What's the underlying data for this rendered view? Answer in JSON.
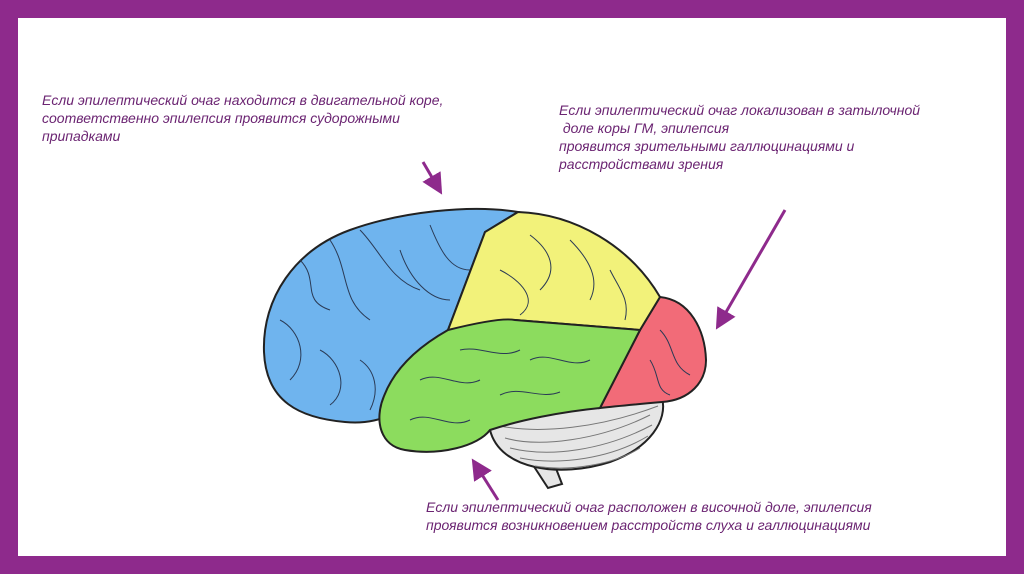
{
  "colors": {
    "frame": "#8e2a8c",
    "caption_text": "#6b2472",
    "frontal_lobe": "#6fb4ee",
    "parietal_lobe": "#f2f27a",
    "temporal_lobe": "#8cdc5e",
    "occipital_lobe": "#f26b78",
    "cerebellum": "#e6e6e6"
  },
  "captions": {
    "motor": {
      "line1": "Если эпилептический очаг находится в двигательной коре,",
      "line2": "соответственно эпилепсия проявится судорожными",
      "line3": "припадками"
    },
    "occipital": {
      "line1": "Если эпилептический  очаг локализован в затылочной",
      "line2": " доле коры ГМ, эпилепсия",
      "line3": "проявится зрительными галлюцинациями и",
      "line4": "расстройствами зрения"
    },
    "temporal": {
      "line1": "Если эпилептический очаг расположен в височной доле, эпилепсия",
      "line2": "проявится возникновением расстройств слуха и галлюцинациями"
    }
  },
  "arrows": {
    "icon": "arrow-icon"
  }
}
